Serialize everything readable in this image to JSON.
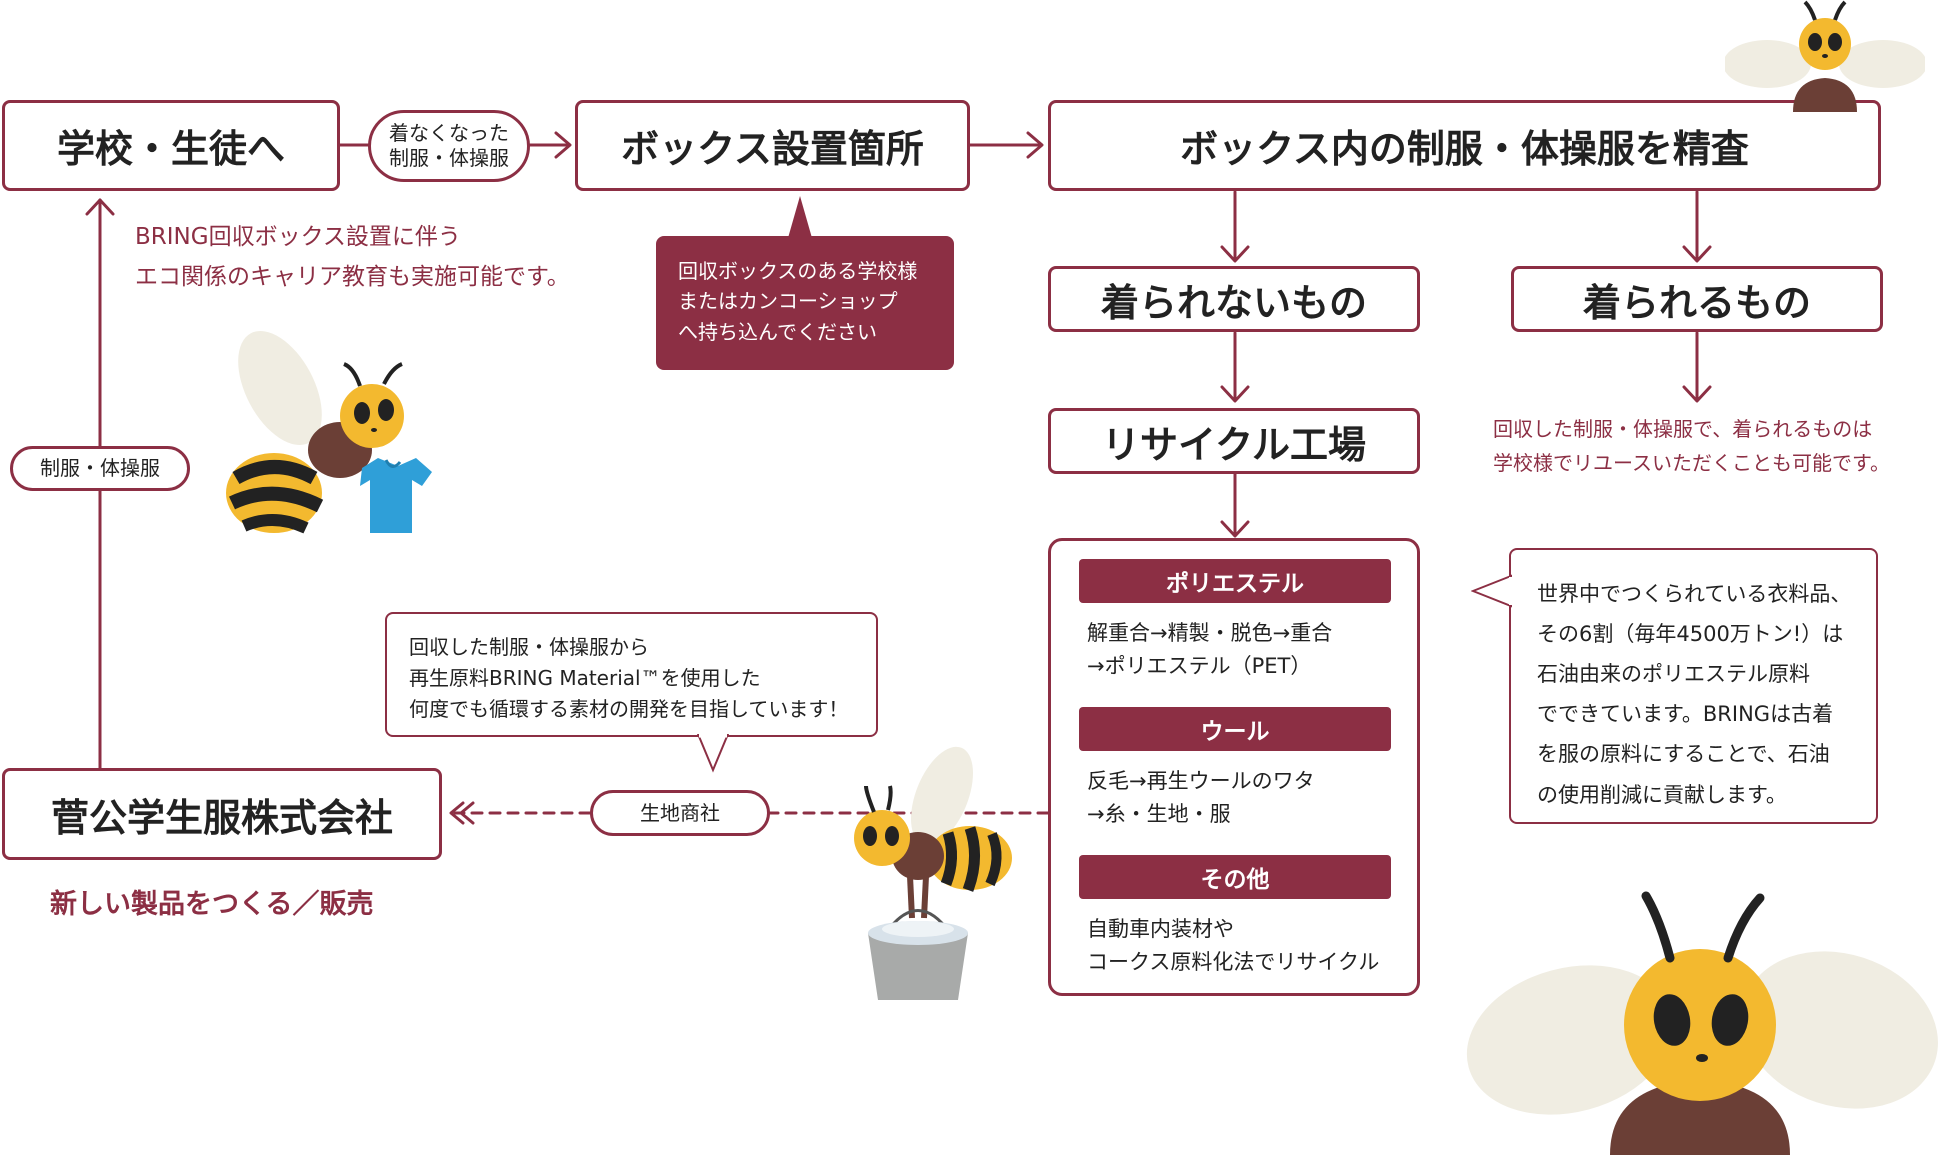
{
  "nodes": {
    "school": "学校・生徒へ",
    "box_location": "ボックス設置箇所",
    "inspect": "ボックス内の制服・体操服を精査",
    "unwearable": "着られないもの",
    "wearable": "着られるもの",
    "factory": "リサイクル工場",
    "company": "菅公学生服株式会社"
  },
  "edge_labels": {
    "no_longer_worn_line1": "着なくなった",
    "no_longer_worn_line2": "制服・体操服",
    "uniform": "制服・体操服",
    "fabric_trader": "生地商社"
  },
  "notes": {
    "career_line1": "BRING回収ボックス設置に伴う",
    "career_line2": "エコ関係のキャリア教育も実施可能です。",
    "box_note_line1": "回収ボックスのある学校様",
    "box_note_line2": "またはカンコーショップ",
    "box_note_line3": "へ持ち込んでください",
    "reuse_line1": "回収した制服・体操服で、着られるものは",
    "reuse_line2": "学校様でリユースいただくことも可能です。",
    "company_sub": "新しい製品をつくる／販売",
    "material_line1": "回収した制服・体操服から",
    "material_line2": "再生原料BRING Material™を使用した",
    "material_line3": "何度でも循環する素材の開発を目指しています！",
    "world_line1": "世界中でつくられている衣料品、",
    "world_line2": "その6割（毎年4500万トン!）は",
    "world_line3": "石油由来のポリエステル原料",
    "world_line4": "でできています。BRINGは古着",
    "world_line5": "を服の原料にすることで、石油",
    "world_line6": "の使用削減に貢献します。"
  },
  "recycle": {
    "polyester_title": "ポリエステル",
    "polyester_line1": "解重合→精製・脱色→重合",
    "polyester_line2": "→ポリエステル（PET）",
    "wool_title": "ウール",
    "wool_line1": "反毛→再生ウールのワタ",
    "wool_line2": "→糸・生地・服",
    "other_title": "その他",
    "other_line1": "自動車内装材や",
    "other_line2": "コークス原料化法でリサイクル"
  },
  "colors": {
    "accent": "#8c2f44",
    "bee_yellow": "#f3b92f",
    "bee_brown": "#6b3f36",
    "wing": "#f0ede2",
    "shirt": "#2f9fd8"
  },
  "icons": [
    "bee-with-shirt-icon",
    "bee-with-bucket-icon",
    "bee-top-icon",
    "bee-large-icon"
  ]
}
